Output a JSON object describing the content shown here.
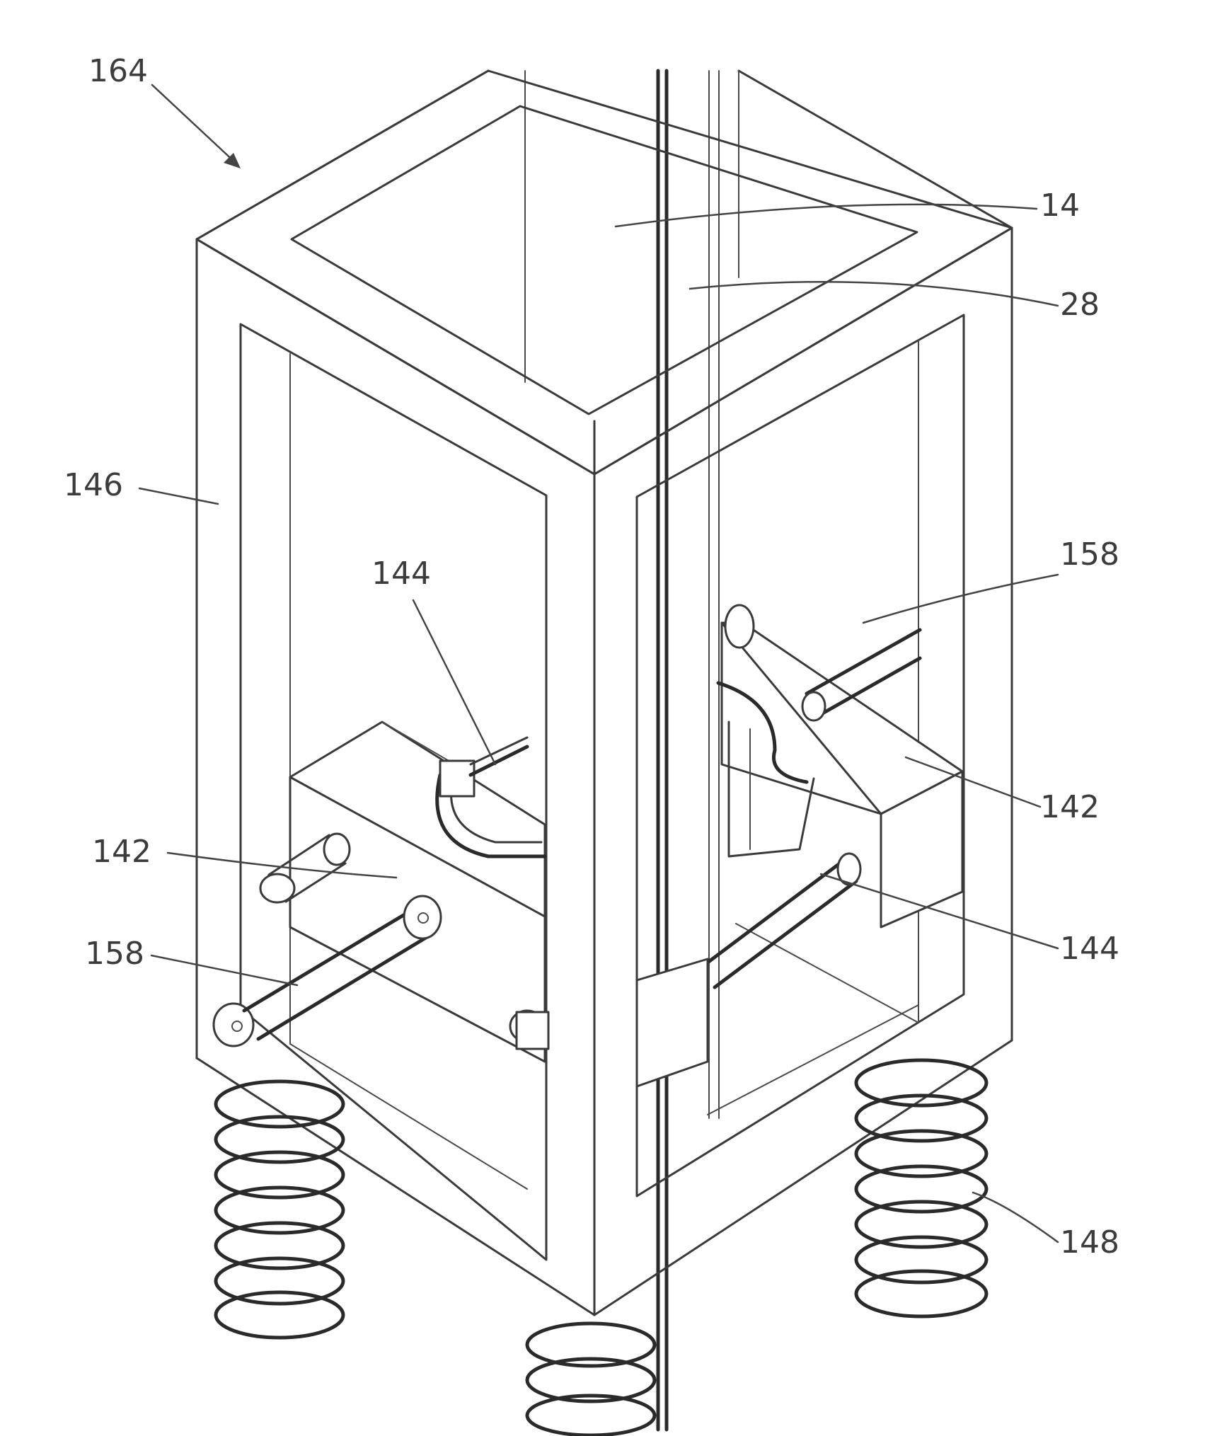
{
  "labels": {
    "frame_assembly": "164",
    "item_14": "14",
    "item_28": "28",
    "frame_146": "146",
    "clamp_144_left": "144",
    "clamp_144_right": "144",
    "actuator_158_right": "158",
    "actuator_158_left": "158",
    "clamp_body_142_right": "142",
    "clamp_body_142_left": "142",
    "spring_148": "148"
  }
}
